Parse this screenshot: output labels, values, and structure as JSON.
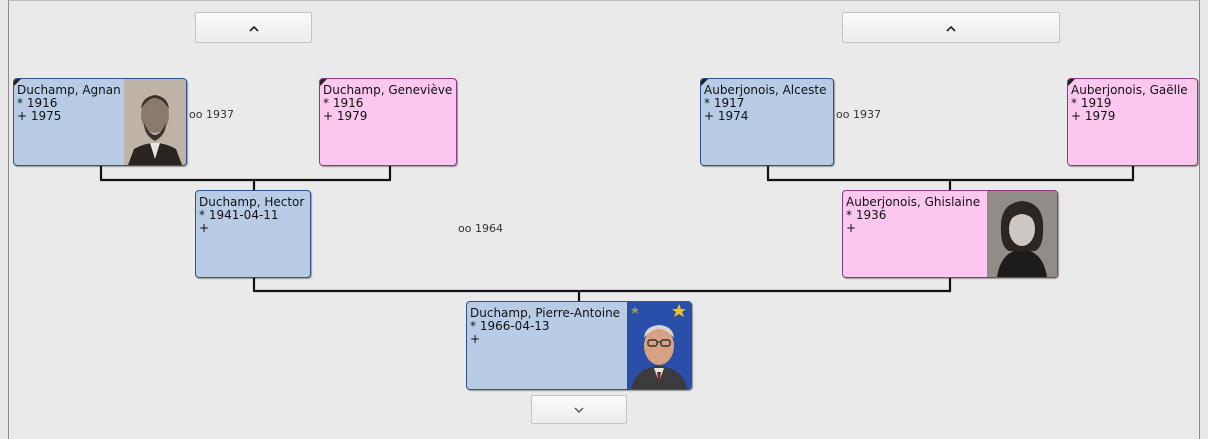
{
  "nav": {
    "up_left_icon": "chevron-up",
    "up_right_icon": "chevron-up",
    "down_icon": "chevron-down"
  },
  "persons": {
    "agnan": {
      "name": "Duchamp, Agnan",
      "birth": "* 1916",
      "death": "+ 1975",
      "sex": "male",
      "has_photo": true
    },
    "genevieve": {
      "name": "Duchamp, Geneviève",
      "birth": "* 1916",
      "death": "+ 1979",
      "sex": "female"
    },
    "alceste": {
      "name": "Auberjonois, Alceste",
      "birth": "* 1917",
      "death": "+ 1974",
      "sex": "male"
    },
    "gaelle": {
      "name": "Auberjonois, Gaëlle",
      "birth": "* 1919",
      "death": "+ 1979",
      "sex": "female"
    },
    "hector": {
      "name": "Duchamp, Hector",
      "birth": "* 1941-04-11",
      "death": "+",
      "sex": "male"
    },
    "ghislaine": {
      "name": "Auberjonois, Ghislaine",
      "birth": "* 1936",
      "death": "+",
      "sex": "female",
      "has_photo": true
    },
    "pierre_antoine": {
      "name": "Duchamp, Pierre-Antoine",
      "birth": "* 1966-04-13",
      "death": "+",
      "sex": "male",
      "has_photo": true
    }
  },
  "marriages": {
    "left_grandparents": "oo 1937",
    "right_grandparents": "oo 1937",
    "parents": "oo 1964"
  },
  "colors": {
    "male_bg": "#b8cce6",
    "female_bg": "#fcc8f0",
    "line": "#111111"
  }
}
